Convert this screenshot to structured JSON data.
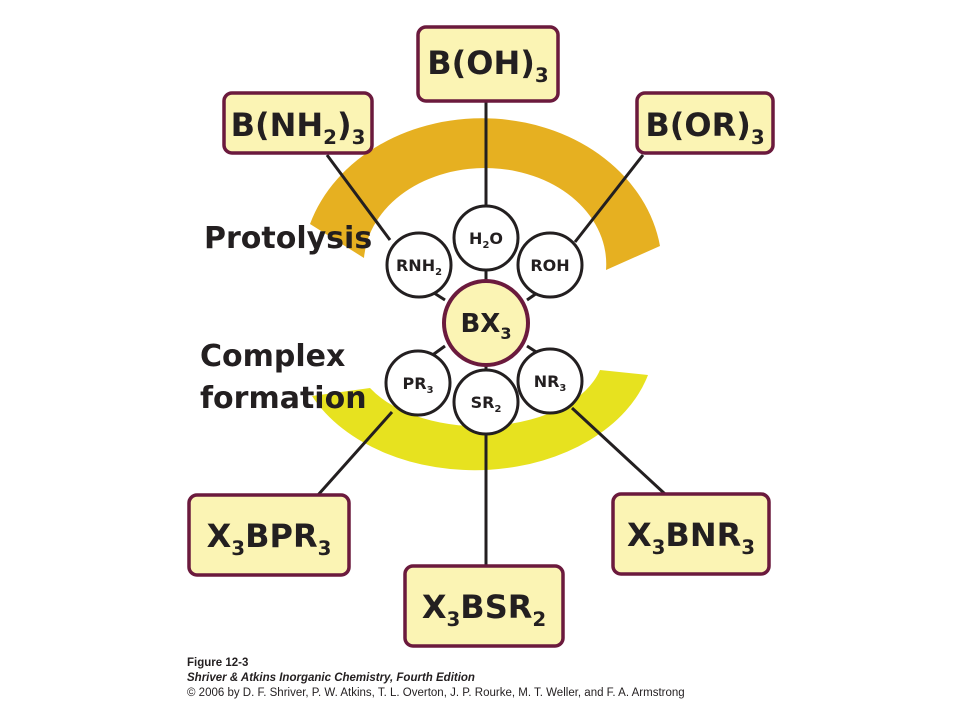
{
  "colors": {
    "box_fill": "#fbf4b4",
    "box_border": "#6b1a3d",
    "center_fill": "#fbf4b4",
    "center_border": "#6b1a3d",
    "circle_fill": "#ffffff",
    "circle_border": "#231f20",
    "upper_arc": "#e6b021",
    "lower_arc": "#e7e21f",
    "text": "#231f20"
  },
  "center": {
    "label": "BX",
    "sub": "3"
  },
  "labels": {
    "upper": [
      "Protolysis"
    ],
    "lower": [
      "Complex",
      "formation"
    ]
  },
  "reagents": [
    {
      "parts": [
        [
          "RNH",
          "n"
        ],
        [
          "2",
          "s"
        ]
      ]
    },
    {
      "parts": [
        [
          "H",
          "n"
        ],
        [
          "2",
          "s"
        ],
        [
          "O",
          "n"
        ]
      ]
    },
    {
      "parts": [
        [
          "ROH",
          "n"
        ]
      ]
    },
    {
      "parts": [
        [
          "PR",
          "n"
        ],
        [
          "3",
          "s"
        ]
      ]
    },
    {
      "parts": [
        [
          "SR",
          "n"
        ],
        [
          "2",
          "s"
        ]
      ]
    },
    {
      "parts": [
        [
          "NR",
          "n"
        ],
        [
          "3",
          "s"
        ]
      ]
    }
  ],
  "products": [
    {
      "parts": [
        [
          "B(NH",
          "n"
        ],
        [
          "2",
          "s"
        ],
        [
          ")",
          "n"
        ],
        [
          "3",
          "s"
        ]
      ]
    },
    {
      "parts": [
        [
          "B(OH)",
          "n"
        ],
        [
          "3",
          "s"
        ]
      ]
    },
    {
      "parts": [
        [
          "B(OR)",
          "n"
        ],
        [
          "3",
          "s"
        ]
      ]
    },
    {
      "parts": [
        [
          "X",
          "n"
        ],
        [
          "3",
          "s"
        ],
        [
          "BPR",
          "n"
        ],
        [
          "3",
          "s"
        ]
      ]
    },
    {
      "parts": [
        [
          "X",
          "n"
        ],
        [
          "3",
          "s"
        ],
        [
          "BSR",
          "n"
        ],
        [
          "2",
          "s"
        ]
      ]
    },
    {
      "parts": [
        [
          "X",
          "n"
        ],
        [
          "3",
          "s"
        ],
        [
          "BNR",
          "n"
        ],
        [
          "3",
          "s"
        ]
      ]
    }
  ],
  "caption": {
    "figure": "Figure 12-3",
    "book": "Shriver & Atkins Inorganic Chemistry, Fourth Edition",
    "copyright": "© 2006 by D. F. Shriver, P. W. Atkins, T. L. Overton, J. P. Rourke, M. T. Weller, and F. A. Armstrong"
  }
}
